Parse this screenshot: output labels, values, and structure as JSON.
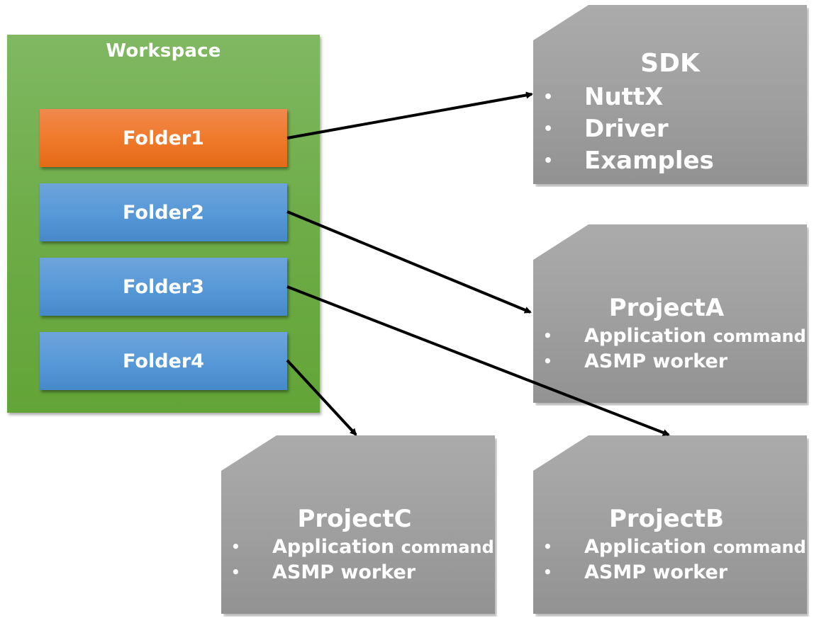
{
  "workspace": {
    "title": "Workspace",
    "colors": {
      "background": "#70ad47"
    },
    "folders": [
      {
        "label": "Folder1",
        "color": "#ed7d31",
        "links_to": "SDK"
      },
      {
        "label": "Folder2",
        "color": "#5b9bd5",
        "links_to": "ProjectA"
      },
      {
        "label": "Folder3",
        "color": "#5b9bd5",
        "links_to": "ProjectB"
      },
      {
        "label": "Folder4",
        "color": "#5b9bd5",
        "links_to": "ProjectC"
      }
    ]
  },
  "cards": {
    "sdk": {
      "title": "SDK",
      "items": [
        "NuttX",
        "Driver",
        "Examples"
      ]
    },
    "projectA": {
      "title": "ProjectA",
      "items": [
        {
          "main": "Application",
          "suffix": "command"
        },
        {
          "main": "ASMP worker",
          "suffix": ""
        }
      ]
    },
    "projectB": {
      "title": "ProjectB",
      "items": [
        {
          "main": "Application",
          "suffix": "command"
        },
        {
          "main": "ASMP worker",
          "suffix": ""
        }
      ]
    },
    "projectC": {
      "title": "ProjectC",
      "items": [
        {
          "main": "Application",
          "suffix": "command"
        },
        {
          "main": "ASMP worker",
          "suffix": ""
        }
      ]
    },
    "bullet": "•",
    "card_color": "#a5a5a5"
  },
  "connections": [
    {
      "from": "Folder1",
      "to": "SDK"
    },
    {
      "from": "Folder2",
      "to": "ProjectA"
    },
    {
      "from": "Folder3",
      "to": "ProjectB"
    },
    {
      "from": "Folder4",
      "to": "ProjectC"
    }
  ]
}
